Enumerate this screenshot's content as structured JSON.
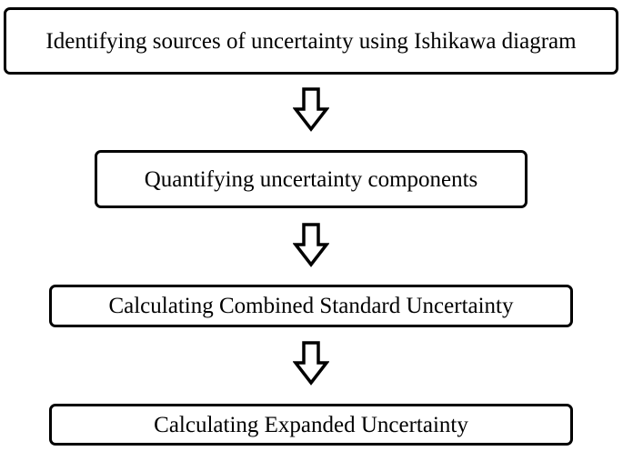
{
  "flowchart": {
    "steps": [
      {
        "label": "Identifying sources of uncertainty using Ishikawa diagram"
      },
      {
        "label": "Quantifying uncertainty components"
      },
      {
        "label": "Calculating Combined Standard Uncertainty"
      },
      {
        "label": "Calculating Expanded Uncertainty"
      }
    ],
    "arrow_icon": "down-arrow-outline-icon",
    "colors": {
      "stroke": "#000000",
      "background": "#ffffff"
    }
  }
}
